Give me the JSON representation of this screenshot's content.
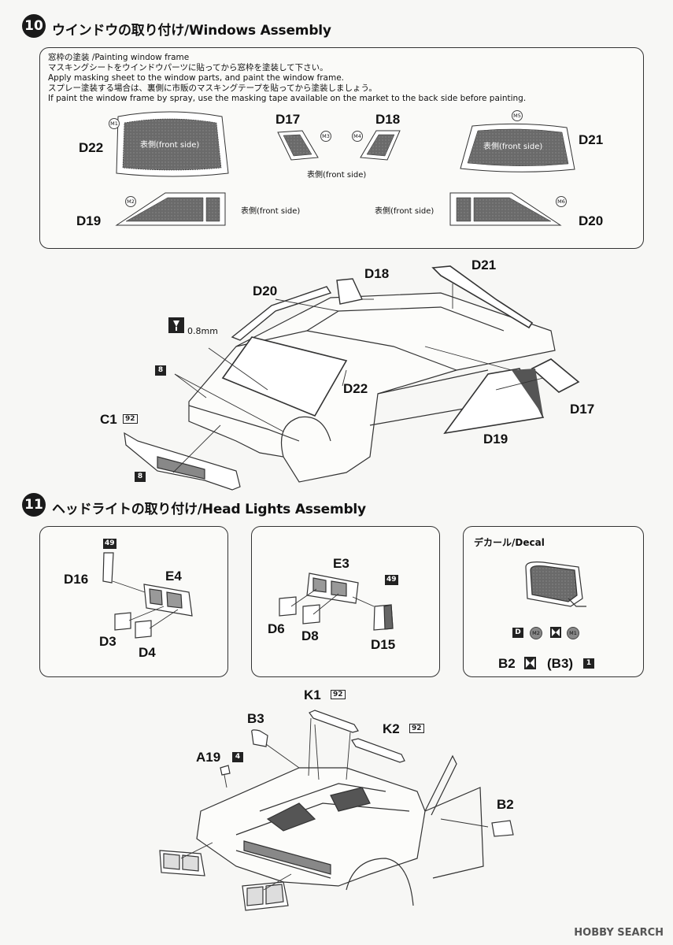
{
  "step10": {
    "number": "10",
    "title": "ウインドウの取り付け/Windows Assembly",
    "note": {
      "line1": "窓枠の塗装 /Painting window frame",
      "line2": "マスキングシートをウインドウパーツに貼ってから窓枠を塗装して下さい。",
      "line3": "Apply masking sheet to the window parts, and paint the window frame.",
      "line4": "スプレー塗装する場合は、裏側に市販のマスキングテープを貼ってから塗装しましょう。",
      "line5": "If paint the window frame by spray, use the masking tape available on the market to the back side before painting."
    },
    "parts": {
      "d22": "D22",
      "d17": "D17",
      "d18": "D18",
      "d21": "D21",
      "d19": "D19",
      "d20": "D20"
    },
    "masks": {
      "m1": "M1",
      "m2": "M2",
      "m3": "M3",
      "m4": "M4",
      "m5": "M5",
      "m6": "M6"
    },
    "front_side": "表側(front side)",
    "assembly": {
      "d20": "D20",
      "d18": "D18",
      "d21": "D21",
      "drill": "0.8mm",
      "badge8a": "8",
      "d22": "D22",
      "d17": "D17",
      "c1": "C1",
      "c1_badge": "92",
      "badge8b": "8",
      "d19": "D19"
    }
  },
  "step11": {
    "number": "11",
    "title": "ヘッドライトの取り付け/Head Lights Assembly",
    "left": {
      "badge": "49",
      "d16": "D16",
      "e4": "E4",
      "d3": "D3",
      "d4": "D4"
    },
    "middle": {
      "e3": "E3",
      "badge": "49",
      "d6": "D6",
      "d8": "D8",
      "d15": "D15"
    },
    "decal": {
      "title": "デカール/Decal",
      "d": "D",
      "m2": "M2",
      "m1": "M1",
      "b2": "B2",
      "b3": "(B3)",
      "badge": "1"
    },
    "assembly": {
      "k1": "K1",
      "k1_badge": "92",
      "b3": "B3",
      "k2": "K2",
      "k2_badge": "92",
      "a19": "A19",
      "a19_badge": "4",
      "b2": "B2"
    }
  },
  "watermark": "HOBBY SEARCH"
}
